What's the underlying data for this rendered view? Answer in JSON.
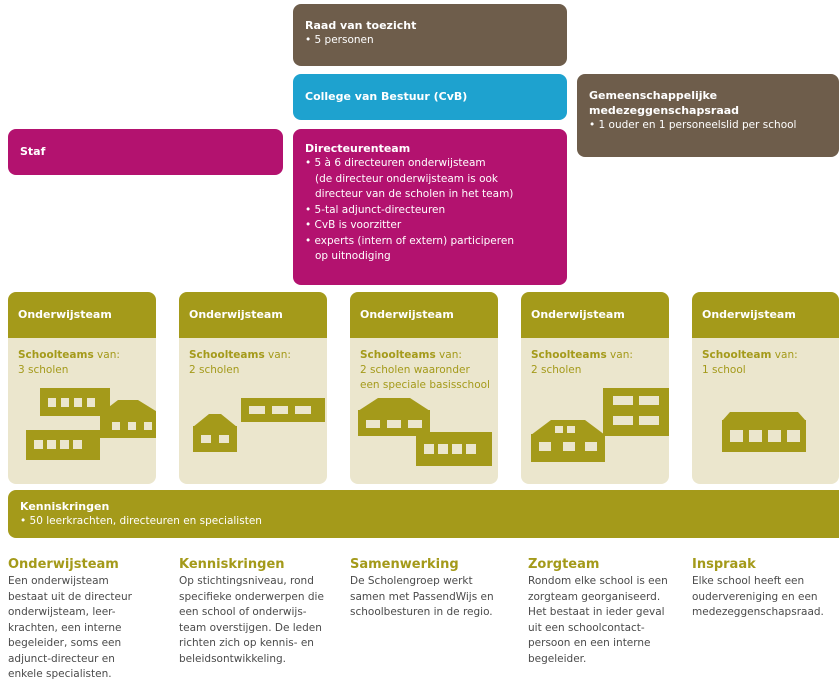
{
  "top": {
    "raad": {
      "title": "Raad van toezicht",
      "bullet": "5 personen"
    },
    "college": {
      "title": "College van Bestuur (CvB)"
    },
    "gmr": {
      "title_line1": "Gemeenschappelijke",
      "title_line2": "medezeggenschapsraad",
      "bullet": "1 ouder en 1 personeelslid per school"
    },
    "staf": {
      "title": "Staf"
    },
    "directeuren": {
      "title": "Directeurenteam",
      "bullets": [
        "5 à 6 directeuren onderwijsteam",
        "(de directeur onderwijsteam is ook",
        "directeur van de scholen in het team)",
        "5-tal adjunct-directeuren",
        "CvB is voorzitter",
        "experts (intern of extern) participeren",
        "op uitnodiging"
      ]
    }
  },
  "teams": [
    {
      "head": "Onderwijsteam",
      "label_bold": "Schoolteams",
      "label_rest": " van:",
      "line2": "3 scholen",
      "line3": ""
    },
    {
      "head": "Onderwijsteam",
      "label_bold": "Schoolteams",
      "label_rest": " van:",
      "line2": "2 scholen",
      "line3": ""
    },
    {
      "head": "Onderwijsteam",
      "label_bold": "Schoolteams",
      "label_rest": " van:",
      "line2": "2 scholen waaronder",
      "line3": "een speciale basisschool"
    },
    {
      "head": "Onderwijsteam",
      "label_bold": "Schoolteams",
      "label_rest": " van:",
      "line2": "2 scholen",
      "line3": ""
    },
    {
      "head": "Onderwijsteam",
      "label_bold": "Schoolteam",
      "label_rest": " van:",
      "line2": "1 school",
      "line3": ""
    }
  ],
  "kenniskringen_bar": {
    "title": "Kenniskringen",
    "bullet": "50 leerkrachten, directeuren en specialisten"
  },
  "bottom": [
    {
      "heading": "Onderwijsteam",
      "lines": [
        "Een onderwijsteam",
        "bestaat uit de directeur",
        "onderwijsteam, leer-",
        "krachten, een interne",
        "begeleider, soms een",
        "adjunct-directeur en",
        "enkele specialisten."
      ]
    },
    {
      "heading": "Kenniskringen",
      "lines": [
        "Op stichtingsniveau, rond",
        "specifieke onderwerpen die",
        "een school of onderwijs-",
        "team overstijgen. De leden",
        "richten zich op kennis- en",
        "beleidsontwikkeling."
      ]
    },
    {
      "heading": "Samenwerking",
      "lines": [
        "De Scholengroep werkt",
        "samen met PassendWijs en",
        "schoolbesturen in de regio."
      ]
    },
    {
      "heading": "Zorgteam",
      "lines": [
        "Rondom elke school is een",
        "zorgteam georganiseerd.",
        "Het bestaat in ieder geval",
        "uit een schoolcontact-",
        "persoon en een interne",
        "begeleider."
      ]
    },
    {
      "heading": "Inspraak",
      "lines": [
        "Elke school heeft een",
        "oudervereniging en een",
        "medezeggenschapsraad."
      ]
    }
  ],
  "colors": {
    "brown": "#6e5d4b",
    "blue": "#1ea2cf",
    "magenta": "#b3126f",
    "olive": "#a49a1a",
    "cream": "#ebe6cd"
  }
}
